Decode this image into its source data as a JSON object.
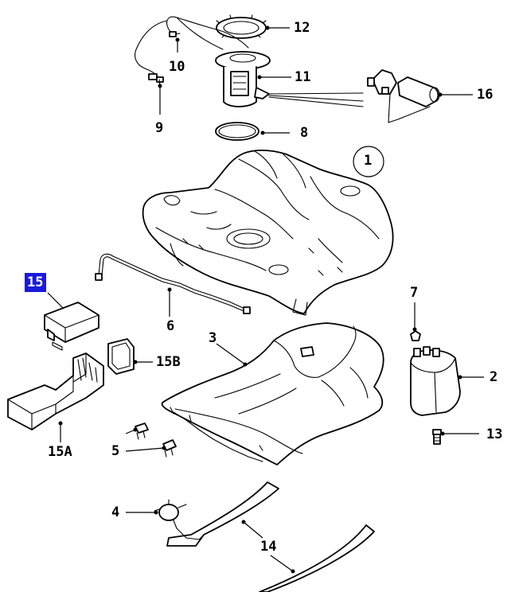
{
  "diagram": {
    "accent_color": "#1a1adb",
    "callouts": [
      {
        "id": "c12",
        "label": "12"
      },
      {
        "id": "c10",
        "label": "10"
      },
      {
        "id": "c11",
        "label": "11"
      },
      {
        "id": "c16",
        "label": "16"
      },
      {
        "id": "c9",
        "label": "9"
      },
      {
        "id": "c8",
        "label": "8"
      },
      {
        "id": "c1",
        "label": "1"
      },
      {
        "id": "c15",
        "label": "15",
        "highlighted": true
      },
      {
        "id": "c7",
        "label": "7"
      },
      {
        "id": "c6",
        "label": "6"
      },
      {
        "id": "c3",
        "label": "3"
      },
      {
        "id": "c15b",
        "label": "15B"
      },
      {
        "id": "c2",
        "label": "2"
      },
      {
        "id": "c13",
        "label": "13"
      },
      {
        "id": "c5",
        "label": "5"
      },
      {
        "id": "c15a",
        "label": "15A"
      },
      {
        "id": "c4",
        "label": "4"
      },
      {
        "id": "c14",
        "label": "14"
      }
    ]
  }
}
